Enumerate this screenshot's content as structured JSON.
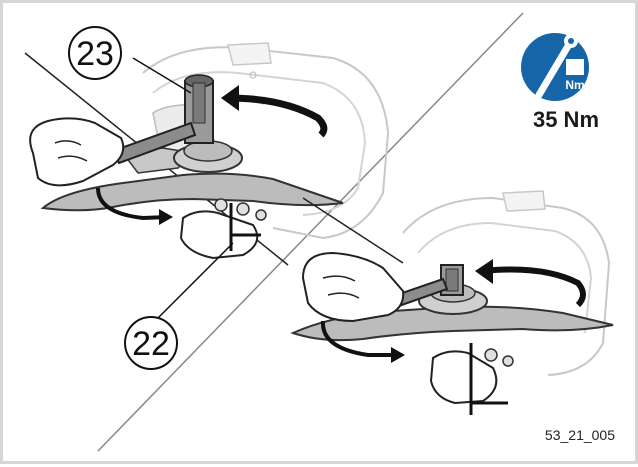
{
  "callouts": {
    "socket": "23",
    "hex_key": "22"
  },
  "torque": {
    "icon": "torque-wrench-icon",
    "icon_text": "Nm",
    "value": "35 Nm",
    "badge_color": "#1565a8"
  },
  "figure_id": "53_21_005"
}
